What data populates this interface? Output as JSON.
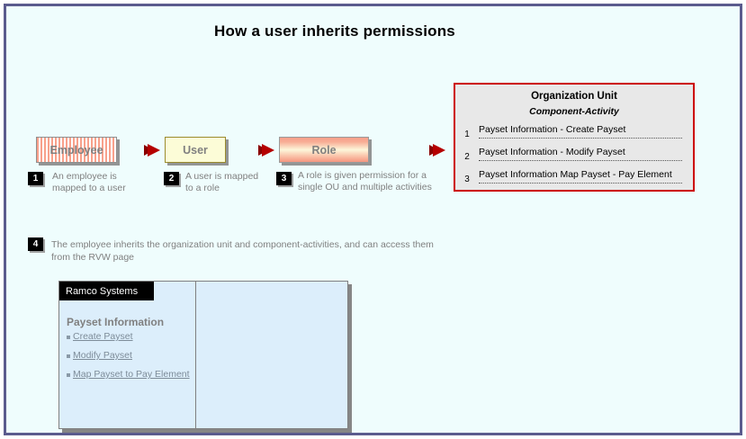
{
  "slide": {
    "title": "How  a user inherits permissions",
    "background_color": "#effdfd",
    "border_color": "#5b5b8e"
  },
  "flow": {
    "boxes": [
      {
        "label": "Employee",
        "name": "employee-box"
      },
      {
        "label": "User",
        "name": "user-box"
      },
      {
        "label": "Role",
        "name": "role-box"
      }
    ],
    "arrows": [
      "arrow-employee-to-user",
      "arrow-user-to-role",
      "arrow-role-to-ou"
    ]
  },
  "steps": [
    {
      "number": "1",
      "text": "An employee is mapped  to a user"
    },
    {
      "number": "2",
      "text": "A user is mapped to a role"
    },
    {
      "number": "3",
      "text": "A role is given permission for a single OU and multiple activities"
    },
    {
      "number": "4",
      "text": "The employee inherits the organization unit and component-activities, and can access them from the RVW page"
    }
  ],
  "organization_unit": {
    "title": "Organization Unit",
    "subtitle": "Component-Activity",
    "border_color": "#cc0000",
    "background_color": "#e8e8e8",
    "rows": [
      {
        "number": "1",
        "text": "Payset Information - Create Payset"
      },
      {
        "number": "2",
        "text": "Payset Information - Modify Payset"
      },
      {
        "number": "3",
        "text": "Payset Information Map Payset - Pay Element"
      }
    ]
  },
  "ramco_panel": {
    "header_title": "Ramco Systems",
    "section_heading": "Payset Information",
    "links": [
      "Create Payset",
      "Modify Payset",
      "Map Payset to Pay Element"
    ]
  }
}
